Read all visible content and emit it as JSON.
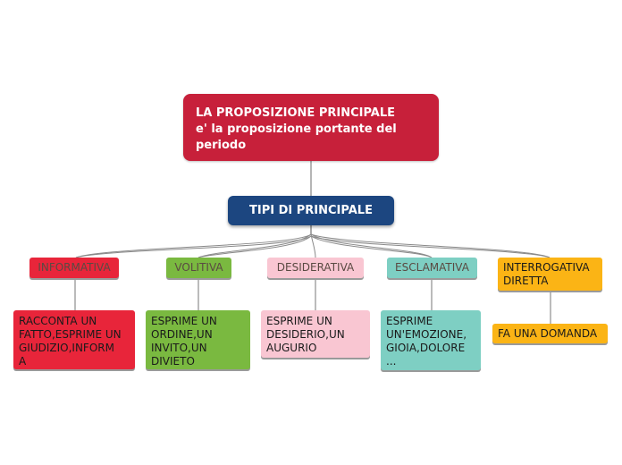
{
  "root": {
    "title": "LA PROPOSIZIONE PRINCIPALE",
    "subtitle_line1": "e' la proposizione portante del",
    "subtitle_line2": "periodo",
    "color": "#c7203a"
  },
  "hub": {
    "label": "TIPI DI PRINCIPALE",
    "color": "#1c4680"
  },
  "categories": [
    {
      "label": "INFORMATIVA",
      "color": "#e8253a",
      "detail_lines": [
        "RACCONTA UN",
        "FATTO,ESPRIME UN",
        "GIUDIZIO,INFORM",
        "A"
      ]
    },
    {
      "label": "VOLITIVA",
      "color": "#7ab940",
      "detail_lines": [
        "ESPRIME UN",
        "ORDINE,UN",
        "INVITO,UN",
        "DIVIETO"
      ]
    },
    {
      "label": "DESIDERATIVA",
      "color": "#f9c6d2",
      "detail_lines": [
        "ESPRIME UN",
        "DESIDERIO,UN",
        "AUGURIO"
      ]
    },
    {
      "label": "ESCLAMATIVA",
      "color": "#7ecfc3",
      "detail_lines": [
        "ESPRIME",
        "UN'EMOZIONE,",
        "GIOIA,DOLORE",
        "..."
      ]
    },
    {
      "label_line1": "INTERROGATIVA",
      "label_line2": "DIRETTA",
      "color": "#fbb415",
      "detail_lines": [
        "FA UNA DOMANDA"
      ]
    }
  ]
}
